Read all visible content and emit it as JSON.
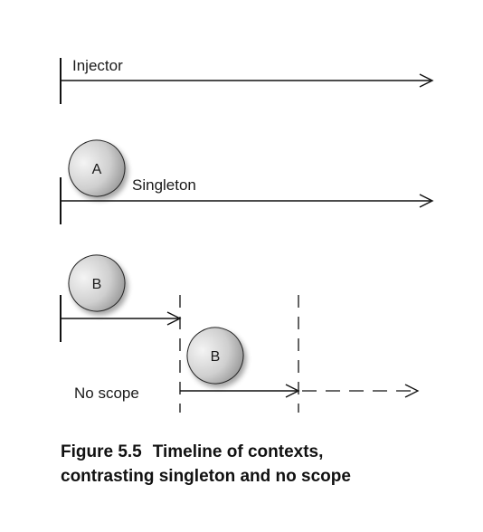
{
  "diagram": {
    "injector_label": "Injector",
    "singleton_label": "Singleton",
    "no_scope_label": "No scope",
    "instance_a_label": "A",
    "instance_b_label": "B",
    "instance_b2_label": "B"
  },
  "caption": {
    "number": "Figure 5.5",
    "line1_text": "Timeline of contexts,",
    "line2": "contrasting singleton and no scope"
  },
  "colors": {
    "stroke": "#111111",
    "oval_light": "#f2f2f2",
    "oval_dark": "#8f8f8f"
  }
}
